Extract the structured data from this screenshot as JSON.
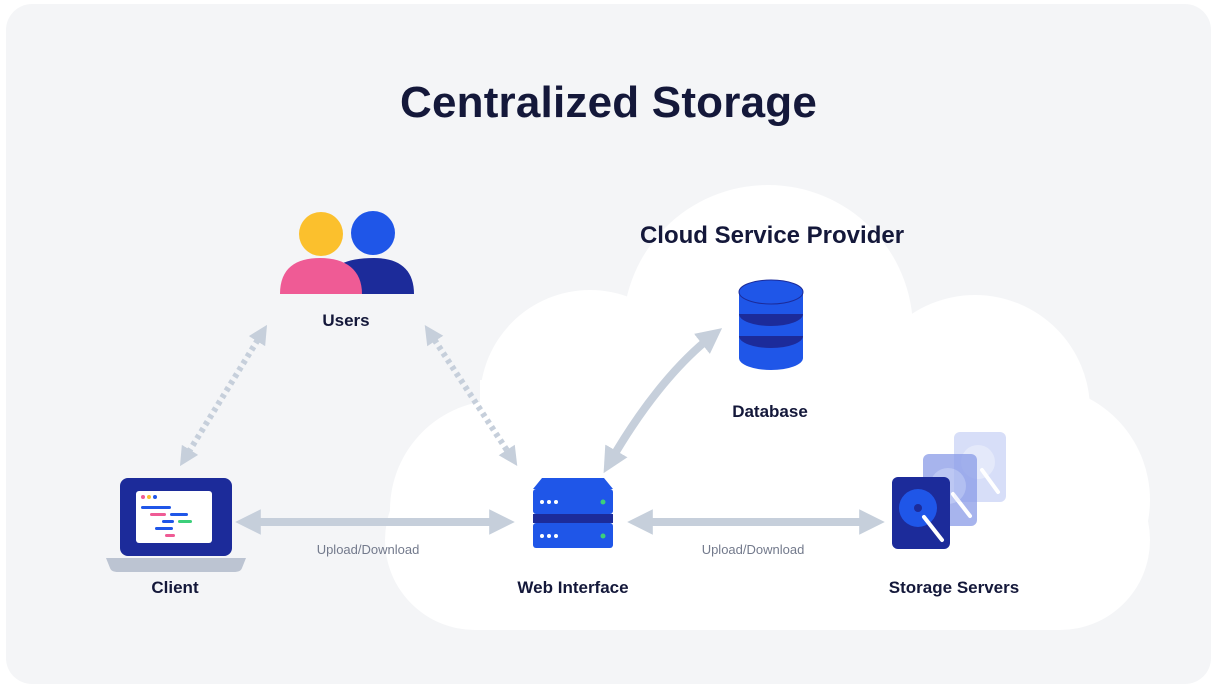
{
  "title": "Centralized Storage",
  "cloud_label": "Cloud Service Provider",
  "nodes": {
    "users": "Users",
    "client": "Client",
    "web_interface": "Web Interface",
    "database": "Database",
    "storage_servers": "Storage Servers"
  },
  "connections": {
    "client_web": "Upload/Download",
    "web_storage": "Upload/Download"
  },
  "colors": {
    "navy": "#14183a",
    "blue": "#1f56e8",
    "dark_blue": "#1c2b9a",
    "yellow": "#fbc02d",
    "pink": "#ef5b95",
    "arrow": "#c6cfdb",
    "cloud": "#ffffff",
    "background": "#f4f5f7"
  }
}
